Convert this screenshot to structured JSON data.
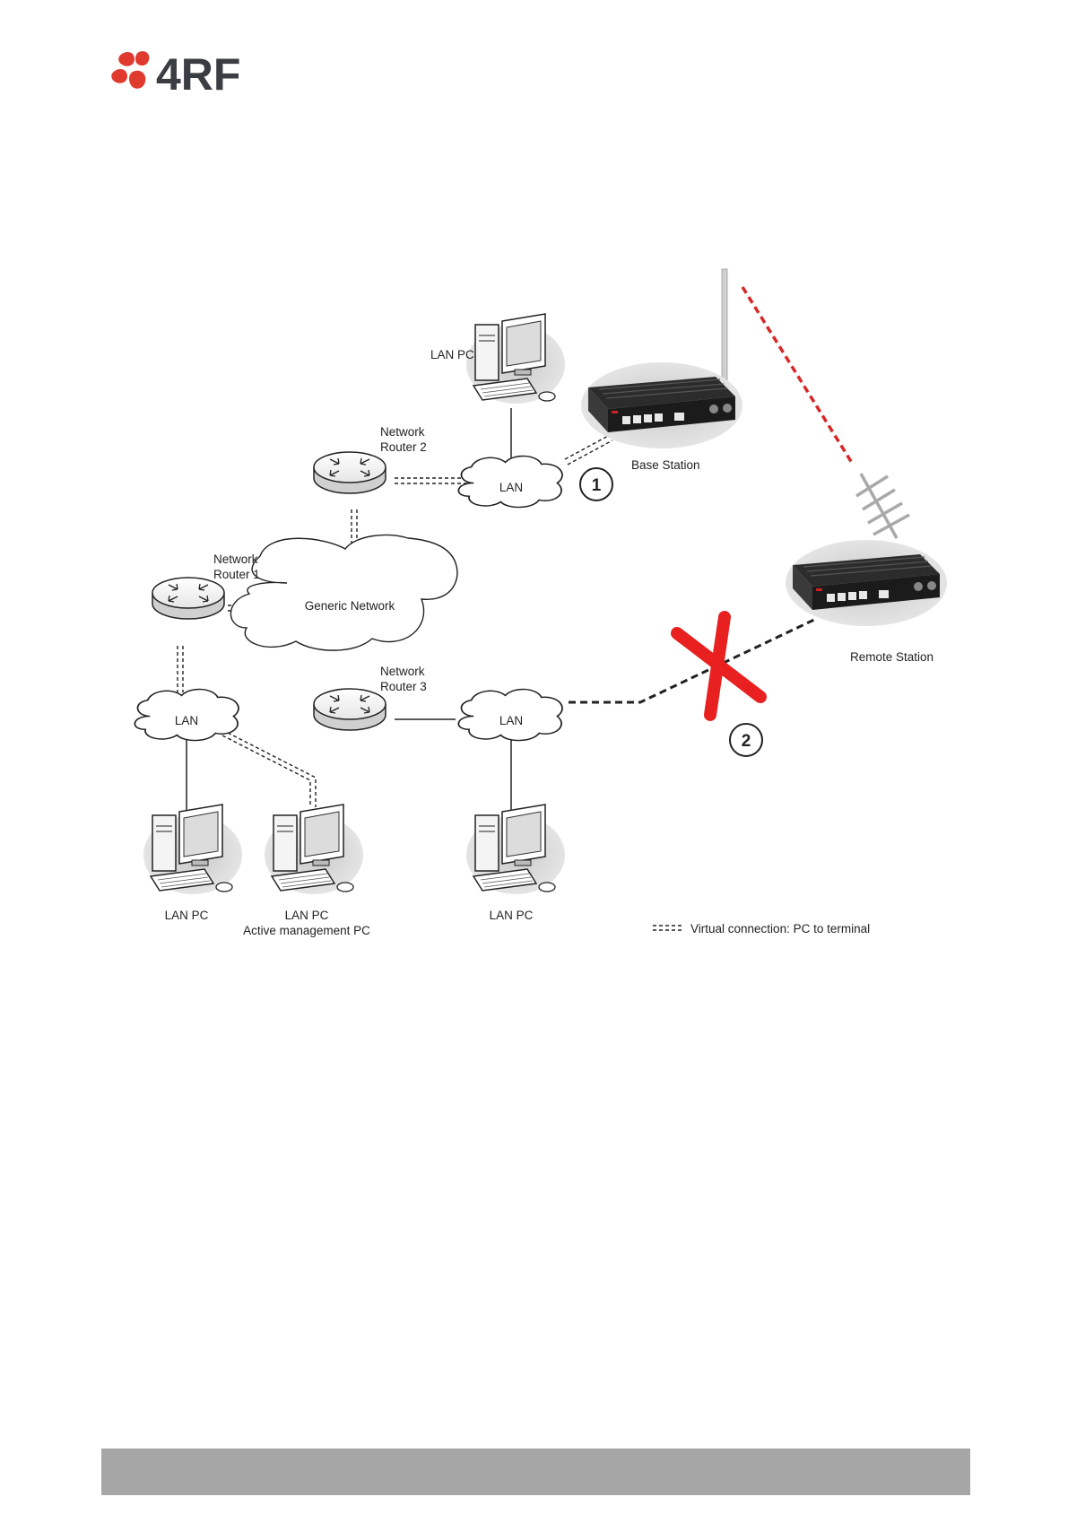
{
  "brand": {
    "logo_text": "4RF",
    "logo_text_color": "#3a3d42",
    "logo_mark_color": "#e03a2f"
  },
  "diagram": {
    "lan_pc_top": "LAN PC",
    "base_station": "Base Station",
    "remote_station": "Remote Station",
    "router2_line1": "Network",
    "router2_line2": "Router 2",
    "router1_line1": "Network",
    "router1_line2": "Router 1",
    "router3_line1": "Network",
    "router3_line2": "Router 3",
    "lan_top": "LAN",
    "lan_left": "LAN",
    "lan_mid": "LAN",
    "generic_network": "Generic Network",
    "marker_1": "1",
    "marker_2": "2",
    "lan_pc_bottom_left": "LAN PC",
    "lan_pc_bottom_mid": "LAN PC",
    "active_mgmt_pc": "Active management PC",
    "lan_pc_bottom_right": "LAN PC",
    "legend_label": "Virtual connection: PC to terminal"
  },
  "colors": {
    "radio_link": "#d62828",
    "failure_cross": "#e82020",
    "footer_bar": "#a6a6a6"
  }
}
